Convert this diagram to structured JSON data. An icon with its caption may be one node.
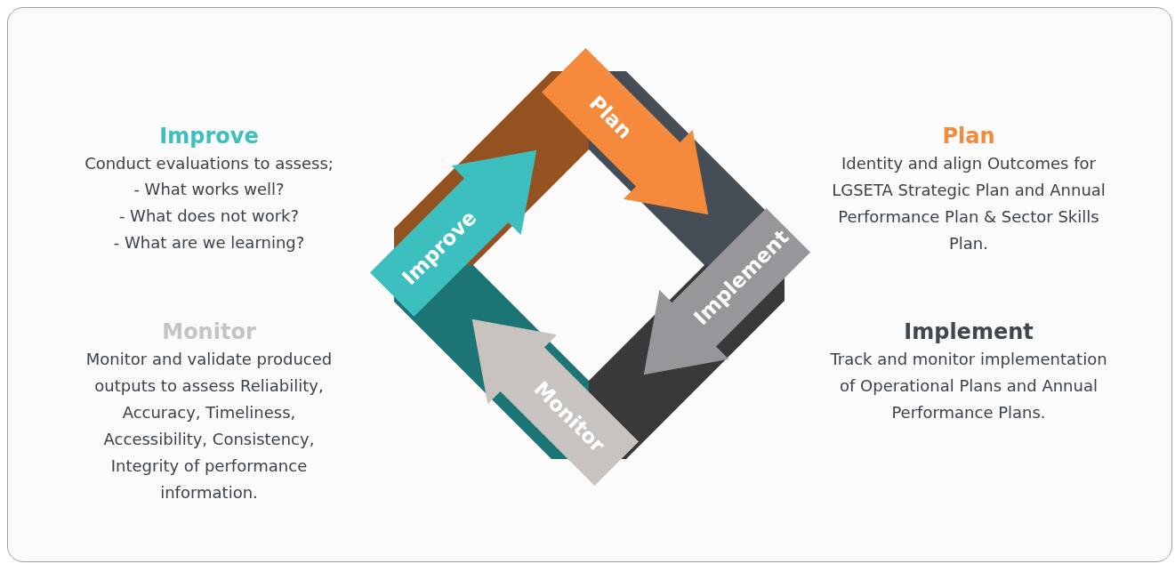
{
  "diagram": {
    "nodes": [
      {
        "text": [
          "Plan"
        ]
      },
      {
        "text": [
          "Implement"
        ]
      },
      {
        "text": [
          "Monitor"
        ]
      },
      {
        "text": [
          "Improve"
        ]
      }
    ],
    "labels": [
      "Improve",
      "Conduct evaluations to assess;",
      "- What works well?",
      "- What does not work?",
      "- What are we learning?",
      "Plan",
      "Identity and align Outcomes for LGSETA Strategic Plan and Annual Performance Plan & Sector Skills Plan.",
      "Monitor",
      "Monitor and validate produced outputs to assess Reliability, Accuracy, Timeliness, Accessibility, Consistency, Integrity of performance information.",
      "Implement",
      "Track and monitor implementation of Operational Plans and Annual Performance Plans."
    ]
  }
}
